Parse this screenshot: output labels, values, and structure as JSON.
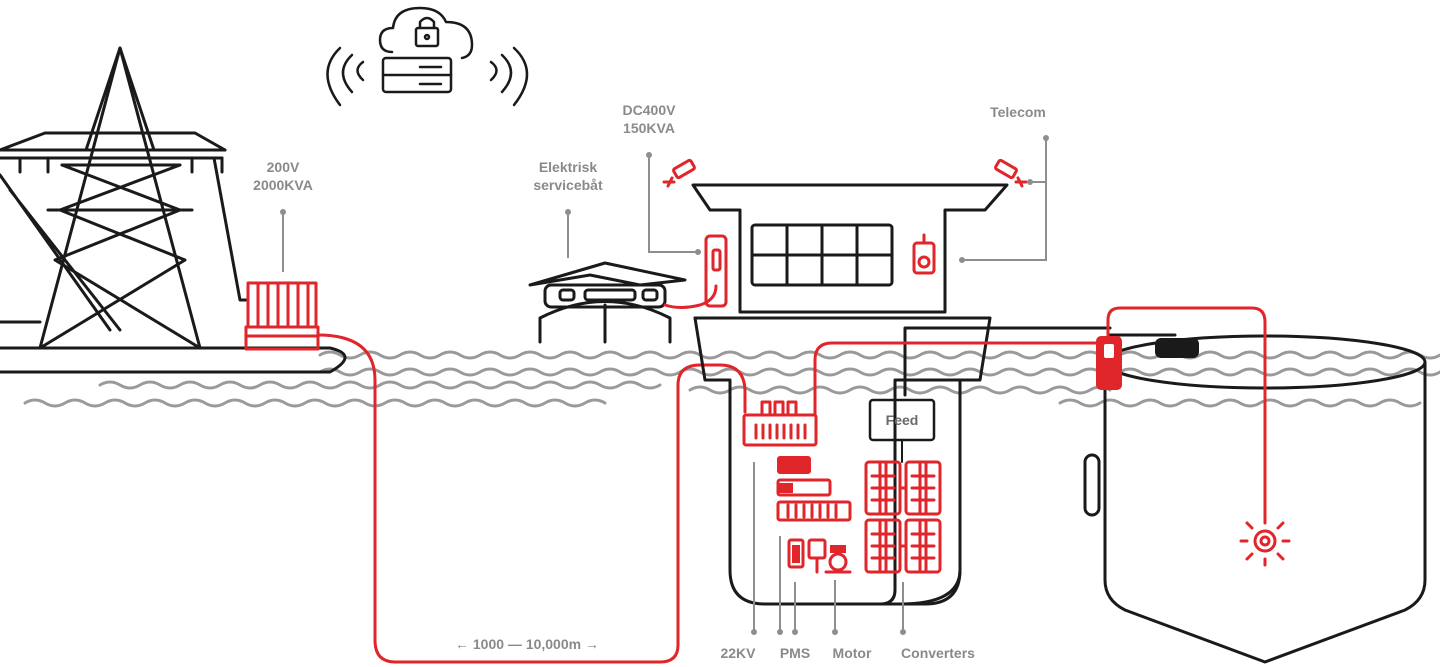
{
  "labels": {
    "grid_voltage": "200V",
    "grid_power": "2000KVA",
    "service_boat_line1": "Elektrisk",
    "service_boat_line2": "servicebåt",
    "barge_voltage": "DC400V",
    "barge_power": "150KVA",
    "telecom": "Telecom",
    "feed": "Feed",
    "cable_length": "← 1000 — 10,000m →",
    "kv22": "22KV",
    "pms": "PMS",
    "motor": "Motor",
    "converters": "Converters"
  },
  "colors": {
    "accent": "#e0252b",
    "line": "#1a1a1a",
    "label": "#8a8a8a",
    "water": "#9a9a9a"
  },
  "icons": [
    "cloud-lock-icon",
    "server-icon",
    "signal-wave-icon",
    "cctv-camera-icon",
    "light-sun-icon",
    "plug-icon"
  ]
}
